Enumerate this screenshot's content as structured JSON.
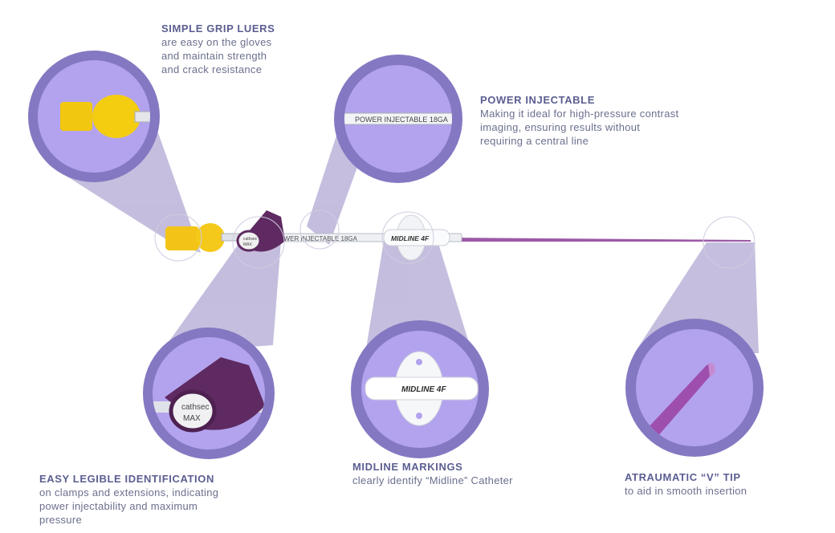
{
  "colors": {
    "ring": "#8578c2",
    "ring_inner": "#b3a3ee",
    "beam": "#c2badc",
    "title": "#5b5e91",
    "body": "#6b6f8e",
    "catheter": "#9c5aa7",
    "clamp": "#5e2a61",
    "luer": "#f3c417"
  },
  "device": {
    "shaft_print": "POWER INJECTABLE 18GA",
    "midline_label": "MIDLINE 4F",
    "clamp_brand": "cathsec",
    "clamp_model": "MAX"
  },
  "zoom_text": {
    "power_band": "POWER INJECTABLE 18GA",
    "midline_label": "MIDLINE 4F",
    "clamp_brand": "cathsec",
    "clamp_model": "MAX"
  },
  "callouts": {
    "luers": {
      "title": "SIMPLE GRIP LUERS",
      "body": "are easy on the gloves\nand maintain strength\nand crack resistance"
    },
    "power": {
      "title": "POWER INJECTABLE",
      "body": "Making it ideal for high-pressure contrast\nimaging, ensuring results without\nrequiring a central line"
    },
    "identification": {
      "title": "EASY LEGIBLE IDENTIFICATION",
      "body": "on clamps and extensions, indicating\npower injectability and maximum\npressure"
    },
    "midline": {
      "title": "MIDLINE MARKINGS",
      "body": "clearly identify “Midline” Catheter"
    },
    "tip": {
      "title": "ATRAUMATIC “V” TIP",
      "body": "to aid in smooth insertion"
    }
  }
}
